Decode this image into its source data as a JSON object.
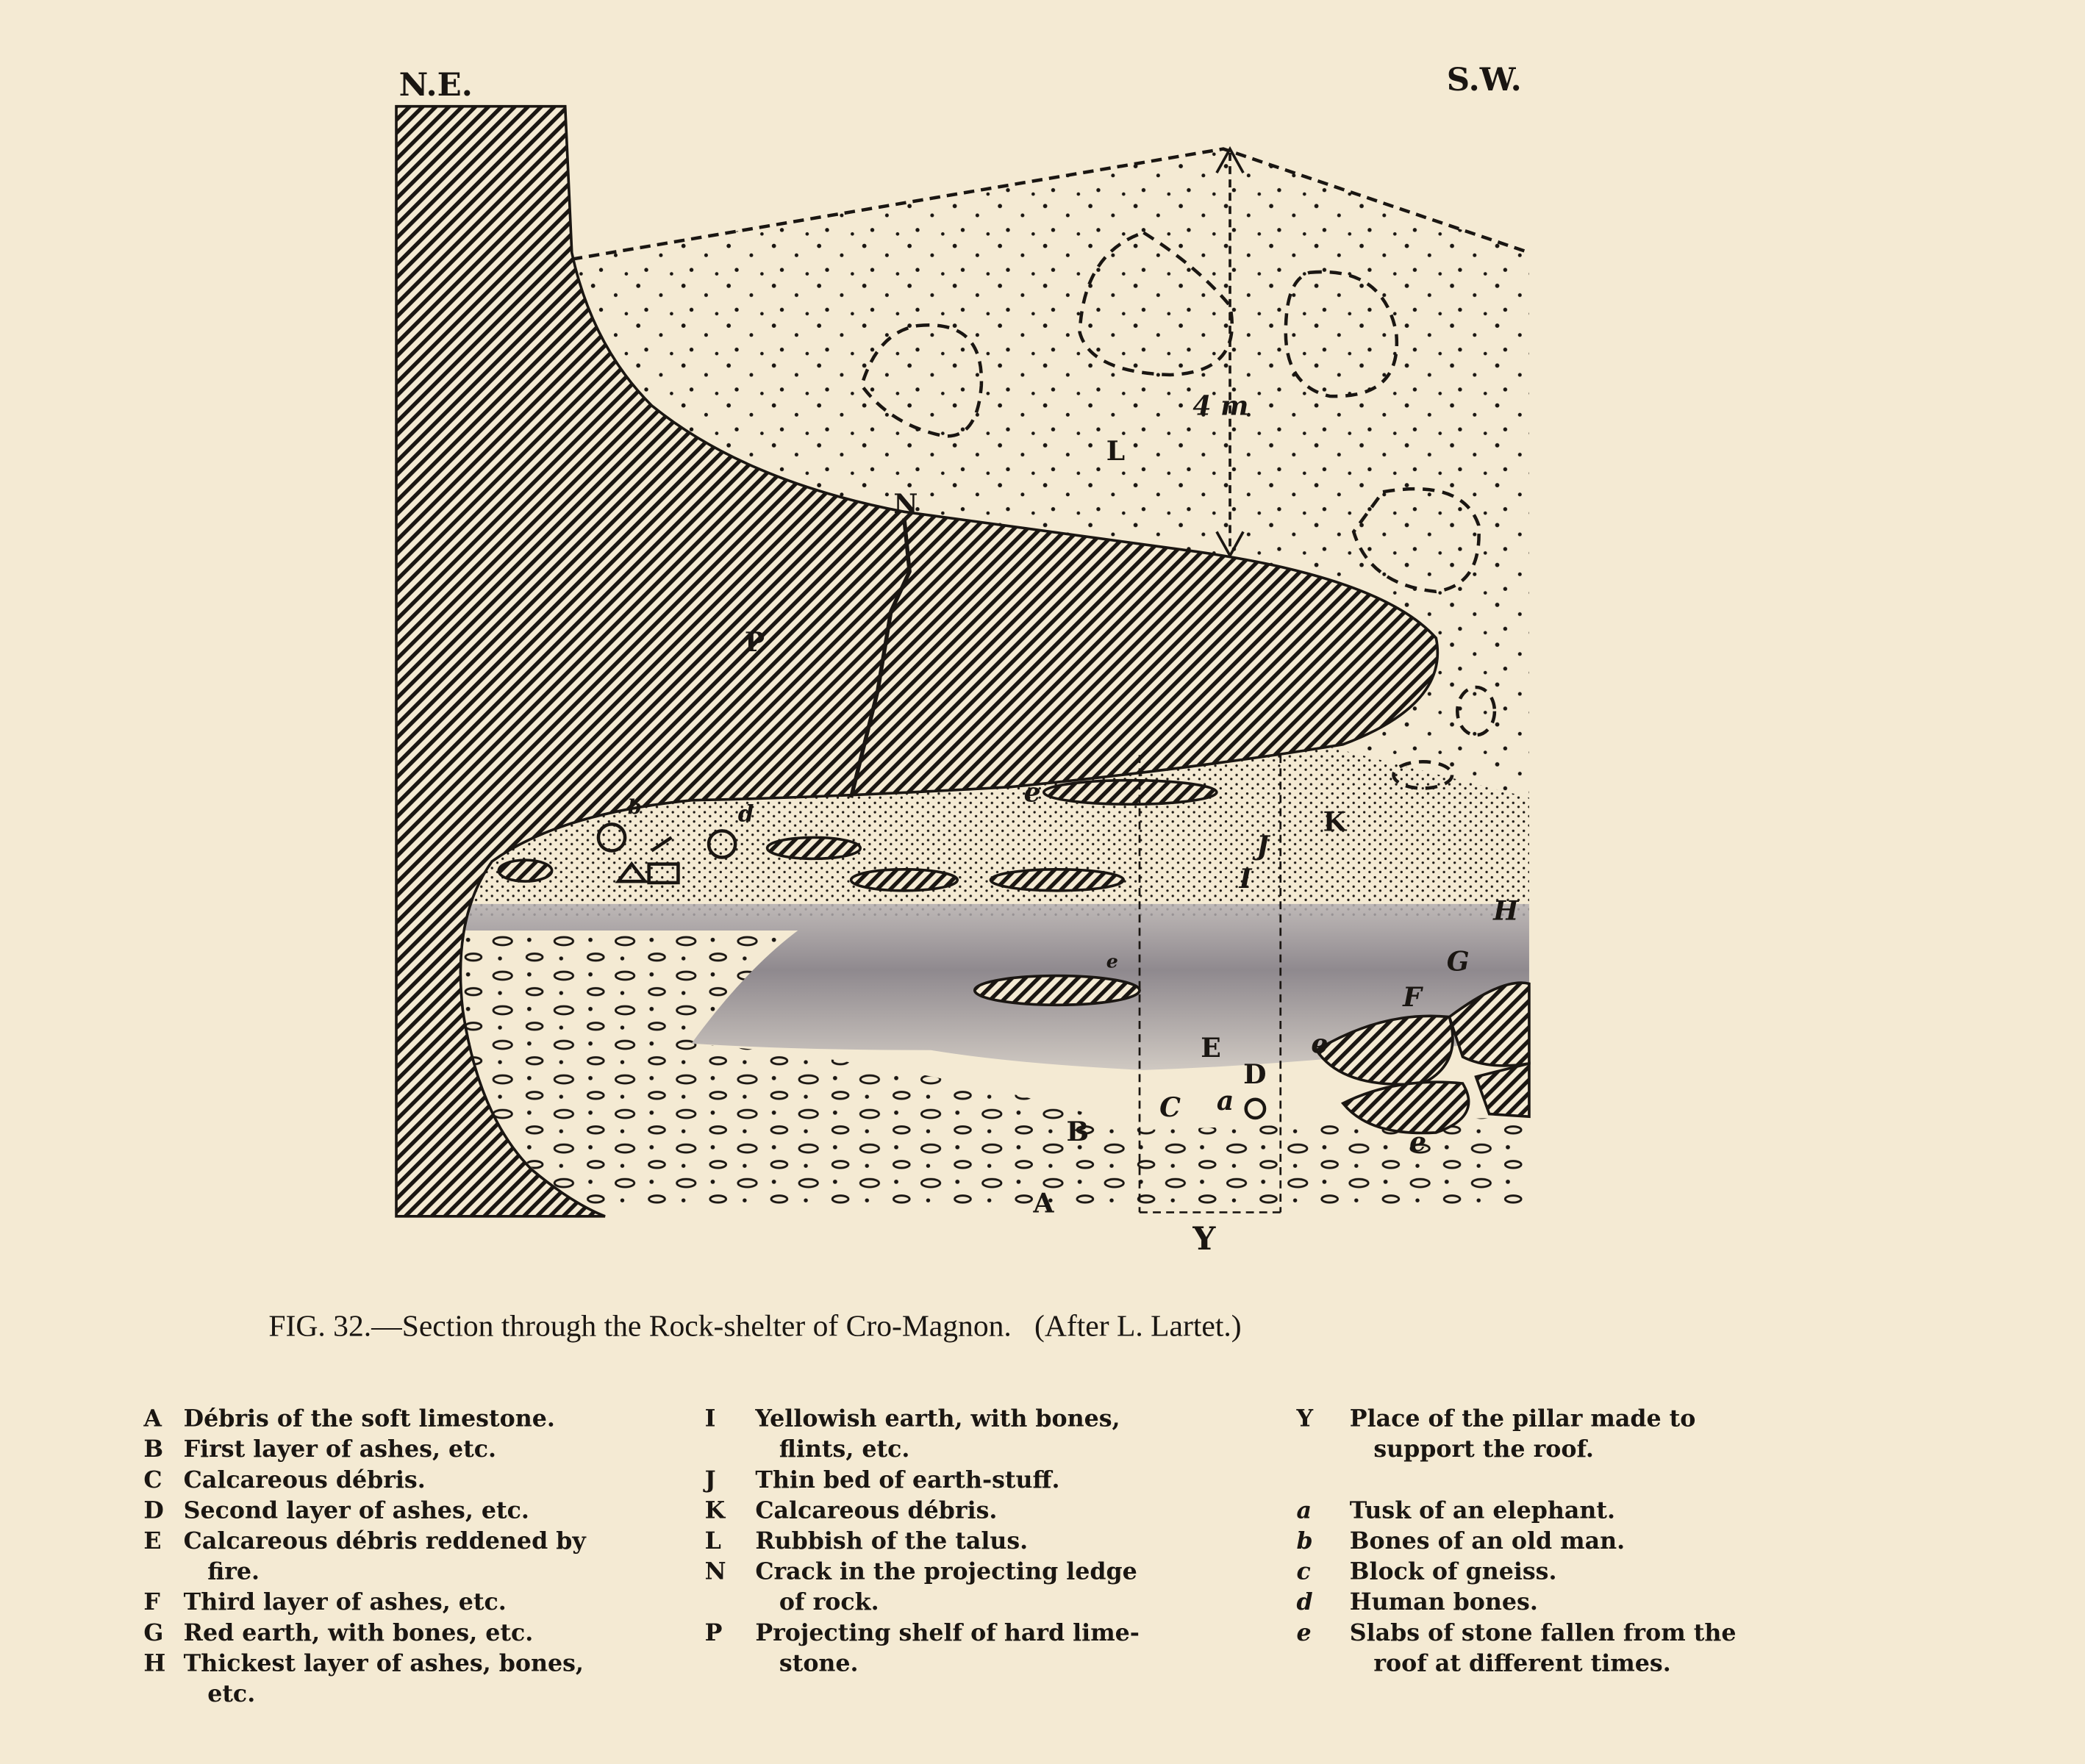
{
  "figure": {
    "orientation_left": "N.E.",
    "orientation_right": "S.W.",
    "scale_label": "4 m",
    "labels": {
      "A": "A",
      "B": "B",
      "C": "C",
      "D": "D",
      "E": "E",
      "F": "F",
      "G": "G",
      "H": "H",
      "I": "I",
      "J": "J",
      "K": "K",
      "L": "L",
      "N": "N",
      "P": "P",
      "Y": "Y",
      "a": "a",
      "b": "b",
      "d": "d",
      "e": "e"
    },
    "colors": {
      "paper": "#f4ead3",
      "ink": "#1a1612",
      "ashes": "#8a8690"
    },
    "caption": "FIG. 32.—Section through the Rock-shelter of Cro-Magnon.   (After L. Lartet.)"
  },
  "legend": {
    "col1": [
      {
        "key": "A",
        "lines": [
          "Débris of the soft limestone."
        ]
      },
      {
        "key": "B",
        "lines": [
          "First layer of ashes, etc."
        ]
      },
      {
        "key": "C",
        "lines": [
          "Calcareous débris."
        ]
      },
      {
        "key": "D",
        "lines": [
          "Second layer of ashes, etc."
        ]
      },
      {
        "key": "E",
        "lines": [
          "Calcareous débris reddened by",
          "fire."
        ]
      },
      {
        "key": "F",
        "lines": [
          "Third layer of ashes, etc."
        ]
      },
      {
        "key": "G",
        "lines": [
          "Red earth, with bones, etc."
        ]
      },
      {
        "key": "H",
        "lines": [
          "Thickest layer of ashes, bones,",
          "etc."
        ]
      }
    ],
    "col2": [
      {
        "key": "I",
        "lines": [
          "Yellowish earth, with bones,",
          "flints, etc."
        ]
      },
      {
        "key": "J",
        "lines": [
          "Thin bed of earth-stuff."
        ]
      },
      {
        "key": "K",
        "lines": [
          "Calcareous débris."
        ]
      },
      {
        "key": "L",
        "lines": [
          "Rubbish of the talus."
        ]
      },
      {
        "key": "N",
        "lines": [
          "Crack in the projecting ledge",
          "of rock."
        ]
      },
      {
        "key": "P",
        "lines": [
          "Projecting shelf of hard lime-",
          "stone."
        ]
      }
    ],
    "col3": [
      {
        "key": "Y",
        "lines": [
          "Place of the pillar made to",
          "support the roof."
        ]
      },
      {
        "key": "a",
        "lines": [
          "Tusk of an elephant."
        ]
      },
      {
        "key": "b",
        "lines": [
          "Bones of an old man."
        ]
      },
      {
        "key": "c",
        "lines": [
          "Block of gneiss."
        ]
      },
      {
        "key": "d",
        "lines": [
          "Human bones."
        ]
      },
      {
        "key": "e",
        "lines": [
          "Slabs of stone fallen from the",
          "roof at different times."
        ]
      }
    ]
  }
}
